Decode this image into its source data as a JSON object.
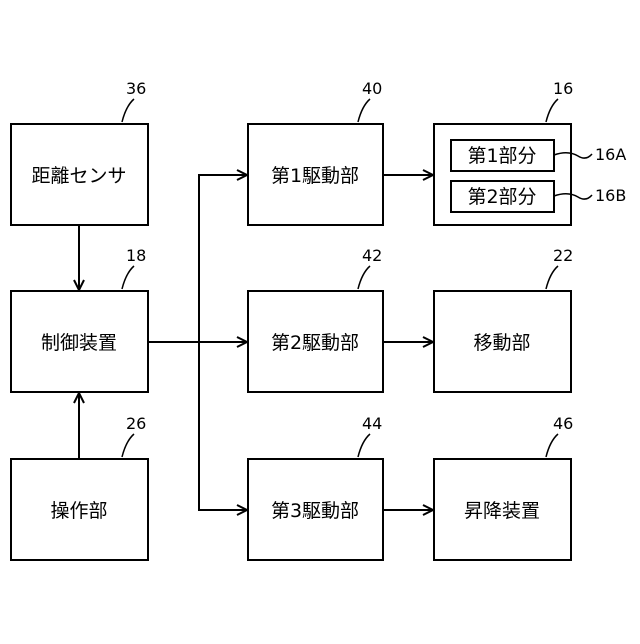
{
  "blocks": {
    "distance_sensor": {
      "label": "距離センサ",
      "ref": "36"
    },
    "control_device": {
      "label": "制御装置",
      "ref": "18"
    },
    "operation_unit": {
      "label": "操作部",
      "ref": "26"
    },
    "drive_1": {
      "label": "第1駆動部",
      "ref": "40"
    },
    "drive_2": {
      "label": "第2駆動部",
      "ref": "42"
    },
    "drive_3": {
      "label": "第3駆動部",
      "ref": "44"
    },
    "component_16": {
      "ref": "16",
      "part_a": {
        "label": "第1部分",
        "ref": "16A"
      },
      "part_b": {
        "label": "第2部分",
        "ref": "16B"
      }
    },
    "moving_unit": {
      "label": "移動部",
      "ref": "22"
    },
    "lifting_device": {
      "label": "昇降装置",
      "ref": "46"
    }
  }
}
